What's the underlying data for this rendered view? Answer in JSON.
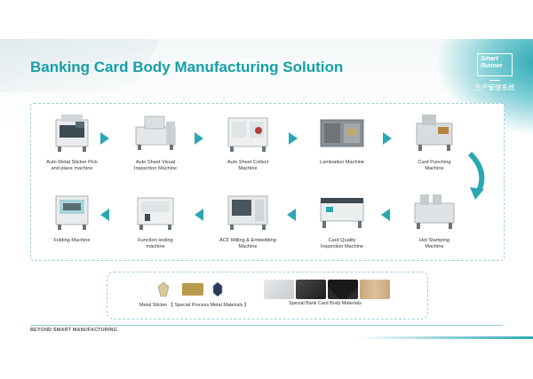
{
  "slide": {
    "title": "Banking Card Body Manufacturing Solution",
    "logo": {
      "word_line1": "Smart",
      "word_line2": "Runner",
      "subtitle": "生产管理系统"
    },
    "machines": [
      {
        "label_line1": "Auto Metal Sticker Pick",
        "label_line2": "and place machine"
      },
      {
        "label_line1": "Auto Sheet Visual",
        "label_line2": "Inspection Machine"
      },
      {
        "label_line1": "Auto Sheet Collect",
        "label_line2": "Machine"
      },
      {
        "label_line1": "Lamination Machine",
        "label_line2": ""
      },
      {
        "label_line1": "Card Punching",
        "label_line2": "Machine"
      },
      {
        "label_line1": "Hot Stamping",
        "label_line2": "Machine"
      },
      {
        "label_line1": "Card Quality",
        "label_line2": "Inspection Machine"
      },
      {
        "label_line1": "ACF Milling & Embedding",
        "label_line2": "Machine"
      },
      {
        "label_line1": "Function testing",
        "label_line2": "machine"
      },
      {
        "label_line1": "Folding Machine",
        "label_line2": ""
      }
    ],
    "materials": {
      "metal_label": "Metal Sticker 【 Special Process Metal Materials 】",
      "card_label": "Special Bank Card Body Materials"
    },
    "footer": "BEYOND SMART MANUFACTURING",
    "colors": {
      "accent": "#15a0a8",
      "arrow": "#2aa7b3"
    }
  }
}
